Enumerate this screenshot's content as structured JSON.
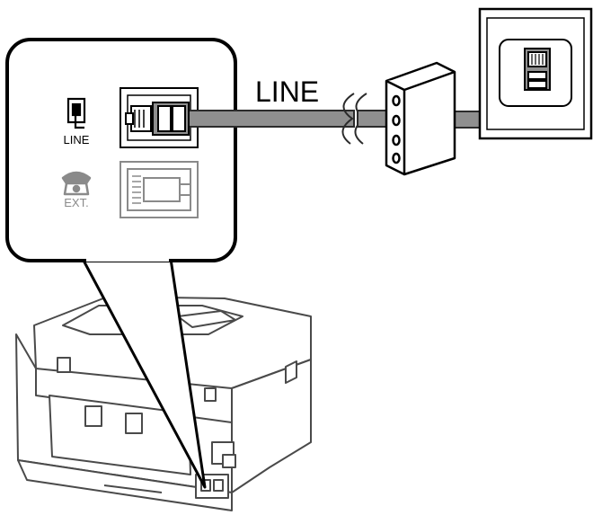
{
  "labels": {
    "line_main": "LINE",
    "line_port": "LINE",
    "ext_port": "EXT."
  },
  "icons": {
    "line_port_icon": "phone-jack-icon",
    "ext_port_icon": "telephone-icon"
  },
  "colors": {
    "outline": "#000000",
    "cable": "#8f8f8f",
    "cable_edge": "#2b2b2b",
    "panel_fill": "#ffffff",
    "disabled_gray": "#8a8a8a",
    "printer_line": "#4a4a4a"
  }
}
